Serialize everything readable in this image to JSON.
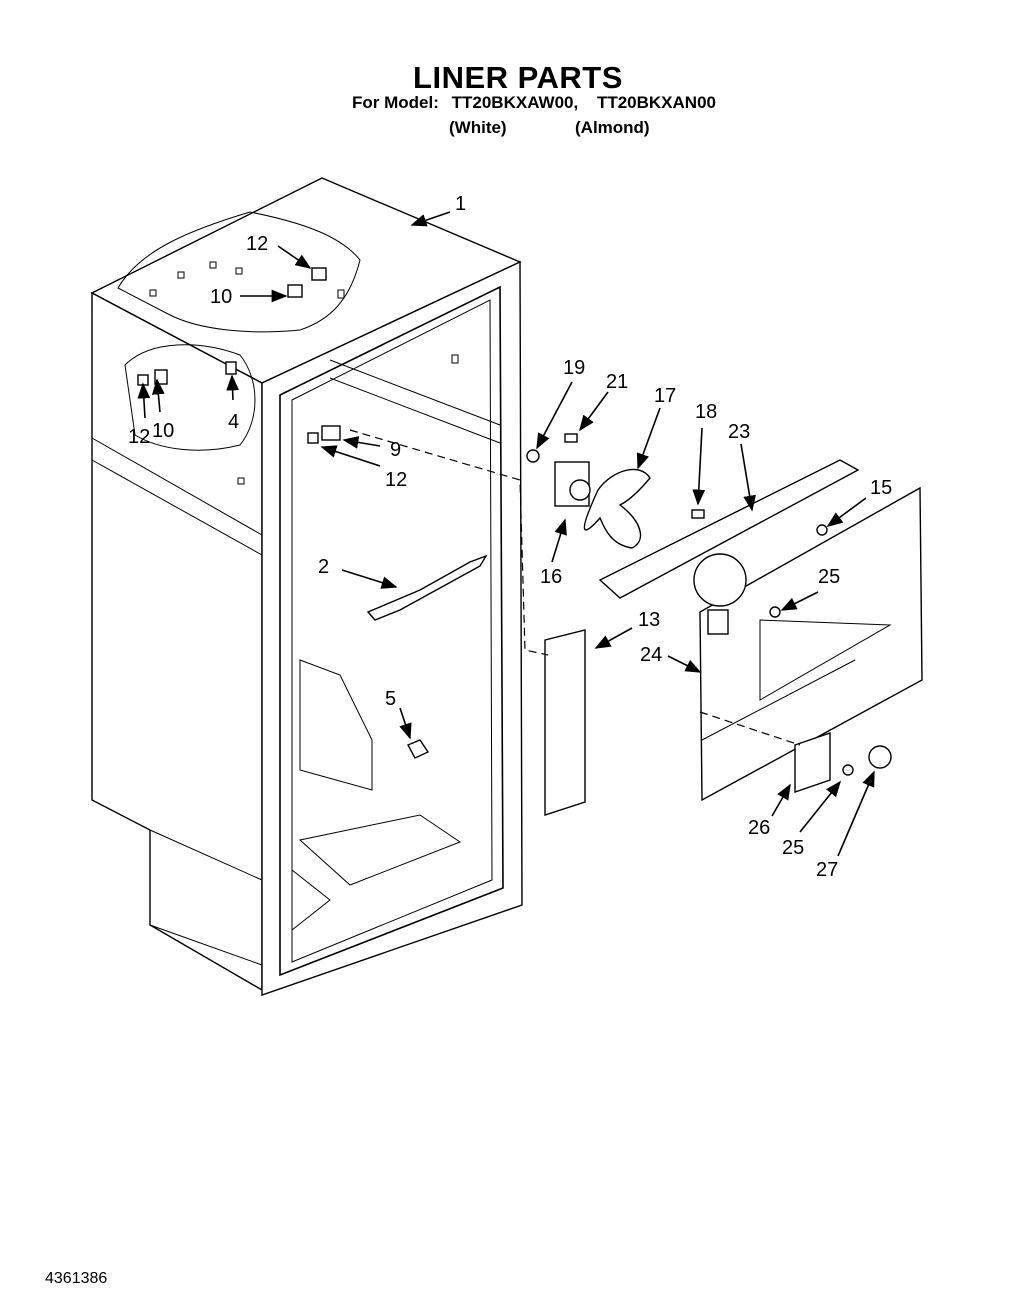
{
  "header": {
    "title": "LINER PARTS",
    "model_label": "For Model:",
    "model_1": "TT20BKXAW00,",
    "model_2": "TT20BKXAN00",
    "color_1": "(White)",
    "color_2": "(Almond)"
  },
  "footer": {
    "doc_code": "4361386"
  },
  "callouts": {
    "c1": "1",
    "c12a": "12",
    "c10a": "10",
    "c12b": "12",
    "c10b": "10",
    "c4": "4",
    "c9": "9",
    "c12c": "12",
    "c2": "2",
    "c5": "5",
    "c19": "19",
    "c21": "21",
    "c17": "17",
    "c18": "18",
    "c23": "23",
    "c15": "15",
    "c16": "16",
    "c25a": "25",
    "c13": "13",
    "c24": "24",
    "c26": "26",
    "c25b": "25",
    "c27": "27"
  }
}
